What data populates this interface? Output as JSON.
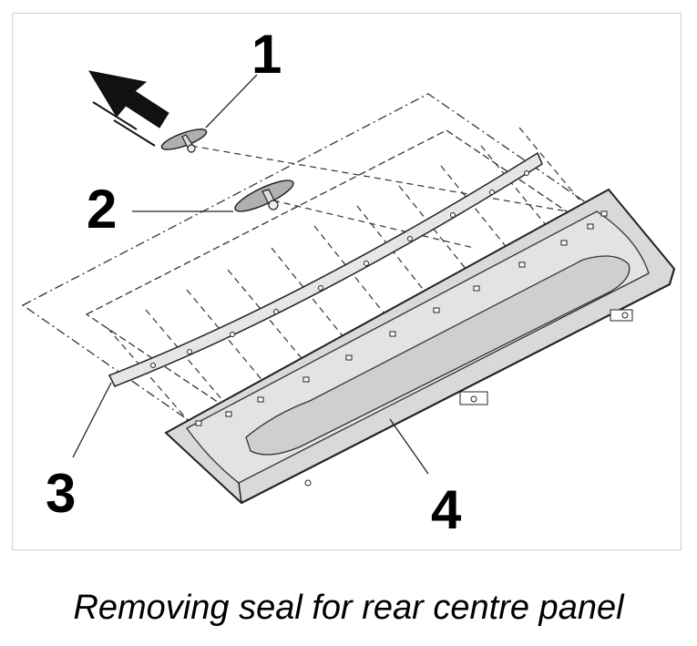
{
  "callouts": {
    "c1": "1",
    "c2": "2",
    "c3": "3",
    "c4": "4"
  },
  "caption": "Removing seal for rear centre panel",
  "colors": {
    "panel_fill": "#d9d9d9",
    "panel_shade": "#bdbdbd",
    "line": "#222222",
    "frame": "#cfcfcf"
  },
  "icons": {
    "direction_arrow": "arrow-up-left-icon"
  }
}
